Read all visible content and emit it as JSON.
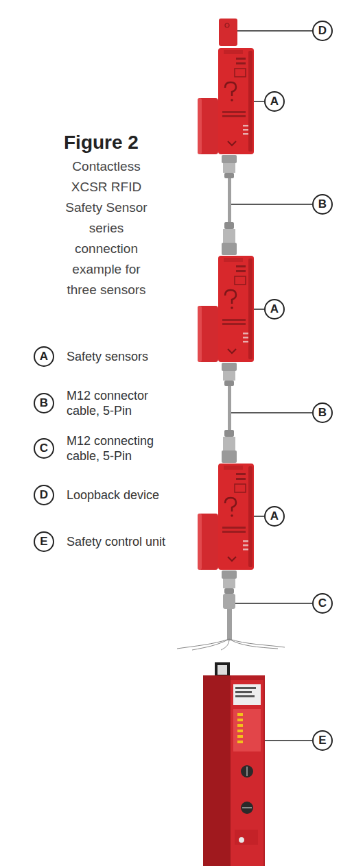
{
  "diagram": {
    "title": "Figure 2",
    "caption": "Contactless XCSR RFID Safety Sensor series connection example for three sensors",
    "labels": [
      "D",
      "A",
      "B",
      "A",
      "B",
      "A",
      "C",
      "E",
      "A",
      "B",
      "C",
      "D",
      "E"
    ],
    "legend": [
      {
        "text": "Safety sensors"
      },
      {
        "text": "M12 connector cable, 5-Pin"
      },
      {
        "text": "M12 connecting cable, 5-Pin"
      },
      {
        "text": "Loopback device"
      },
      {
        "text": "Safety control unit"
      }
    ]
  }
}
